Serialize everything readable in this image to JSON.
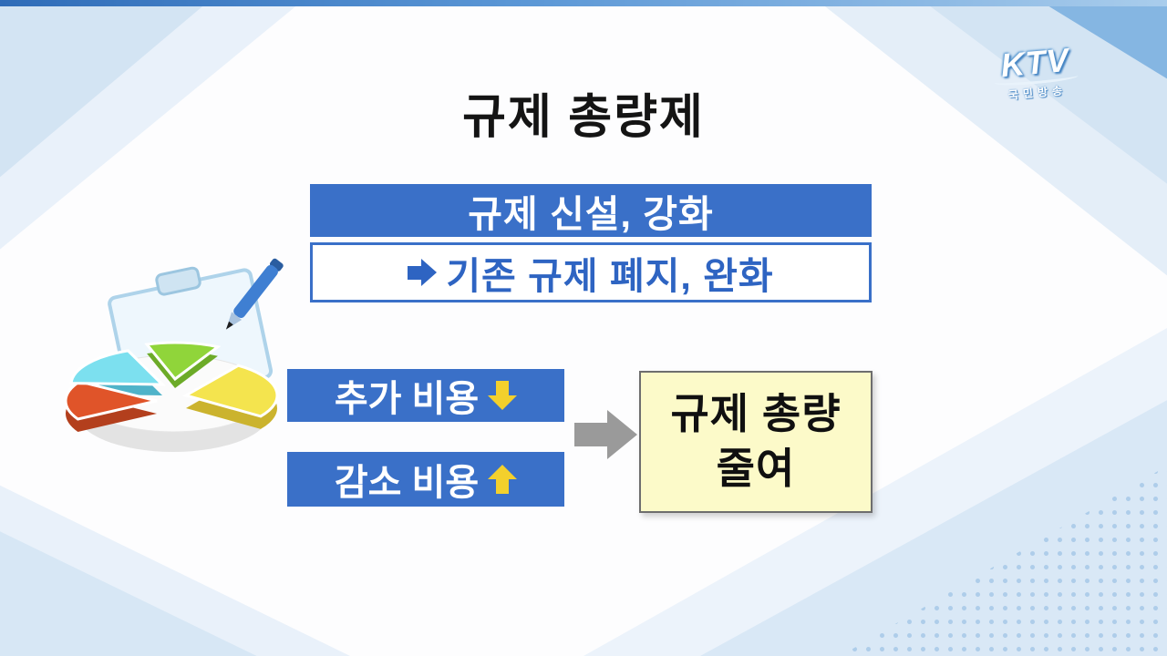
{
  "branding": {
    "logo_text": "KTV",
    "logo_subtext": "국민방송"
  },
  "title": "규제 총량제",
  "flow": {
    "new_regulation_label": "규제 신설, 강화",
    "existing_regulation_label": "기존 규제 폐지, 완화"
  },
  "costs": {
    "added_label": "추가 비용",
    "reduced_label": "감소 비용"
  },
  "result": {
    "line1": "규제 총량",
    "line2": "줄여"
  },
  "icons": {
    "existing_regulation_arrow": "right-arrow-icon",
    "added_cost_arrow": "down-arrow-icon",
    "reduced_cost_arrow": "up-arrow-icon",
    "result_arrow": "right-arrow-icon",
    "illustration": "pie-chart-clipboard-illustration"
  },
  "colors": {
    "primary_blue": "#3a70c8",
    "blue_box_text": "#ffffff",
    "outline_box_text": "#2e64c2",
    "yellow_arrow": "#f3d02c",
    "result_box_bg": "#fcfac9",
    "result_box_border": "#6e6e6e",
    "gray_arrow": "#9a9a9a",
    "title_text": "#141414",
    "bg_light_blue": "#d7e7f5",
    "pie_colors": [
      "#e05429",
      "#7ce0ef",
      "#90d53a",
      "#f4e44e"
    ]
  }
}
